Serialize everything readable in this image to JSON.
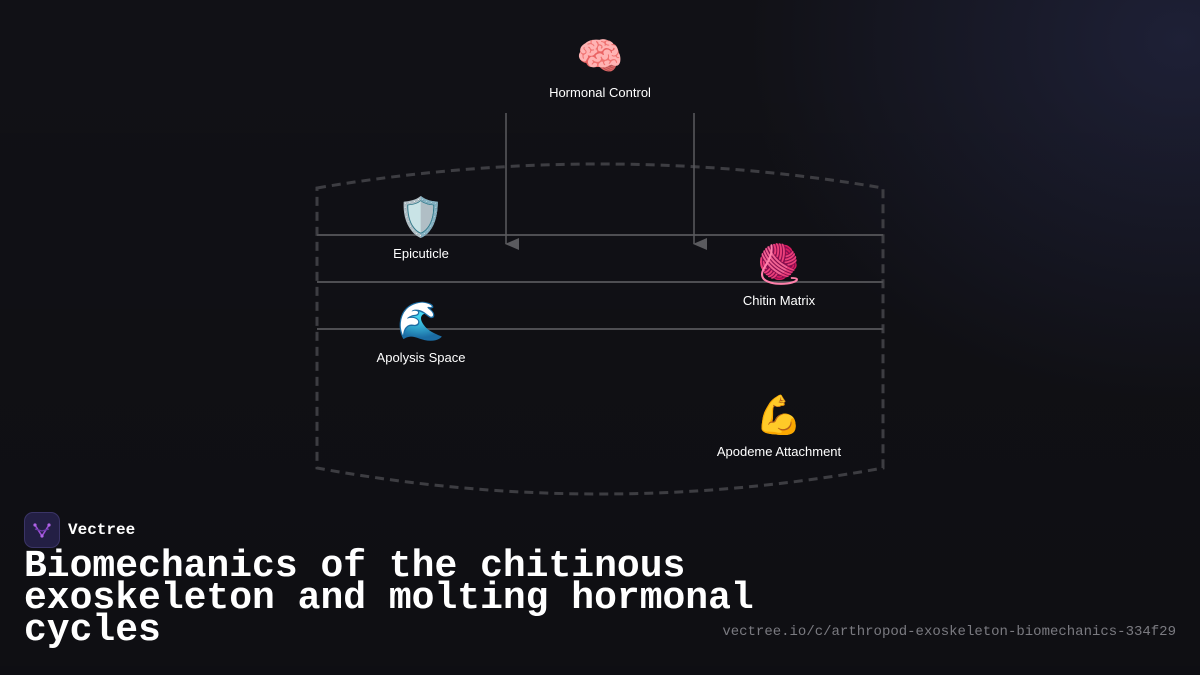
{
  "diagram": {
    "nodes": [
      {
        "id": "hormonal",
        "icon": "brain-icon",
        "emoji": "🧠",
        "label": "Hormonal Control"
      },
      {
        "id": "epicuticle",
        "icon": "shield-icon",
        "emoji": "🛡️",
        "label": "Epicuticle"
      },
      {
        "id": "chitin",
        "icon": "yarn-icon",
        "emoji": "🧶",
        "label": "Chitin Matrix"
      },
      {
        "id": "apolysis",
        "icon": "wave-icon",
        "emoji": "🌊",
        "label": "Apolysis Space"
      },
      {
        "id": "apodeme",
        "icon": "flexed-biceps-icon",
        "emoji": "💪",
        "label": "Apodeme Attachment"
      }
    ],
    "connections": [
      {
        "from": "hormonal",
        "to": "epicuticle layer"
      },
      {
        "from": "hormonal",
        "to": "epicuticle layer"
      }
    ],
    "colors": {
      "line": "#5a5a5e",
      "dash": "#3d3d42",
      "text": "#ffffff"
    }
  },
  "brand": {
    "name": "Vectree",
    "logo_icon": "vectree-logo-icon"
  },
  "title": "Biomechanics of the chitinous exoskeleton and molting hormonal cycles",
  "url": "vectree.io/c/arthropod-exoskeleton-biomechanics-334f29"
}
